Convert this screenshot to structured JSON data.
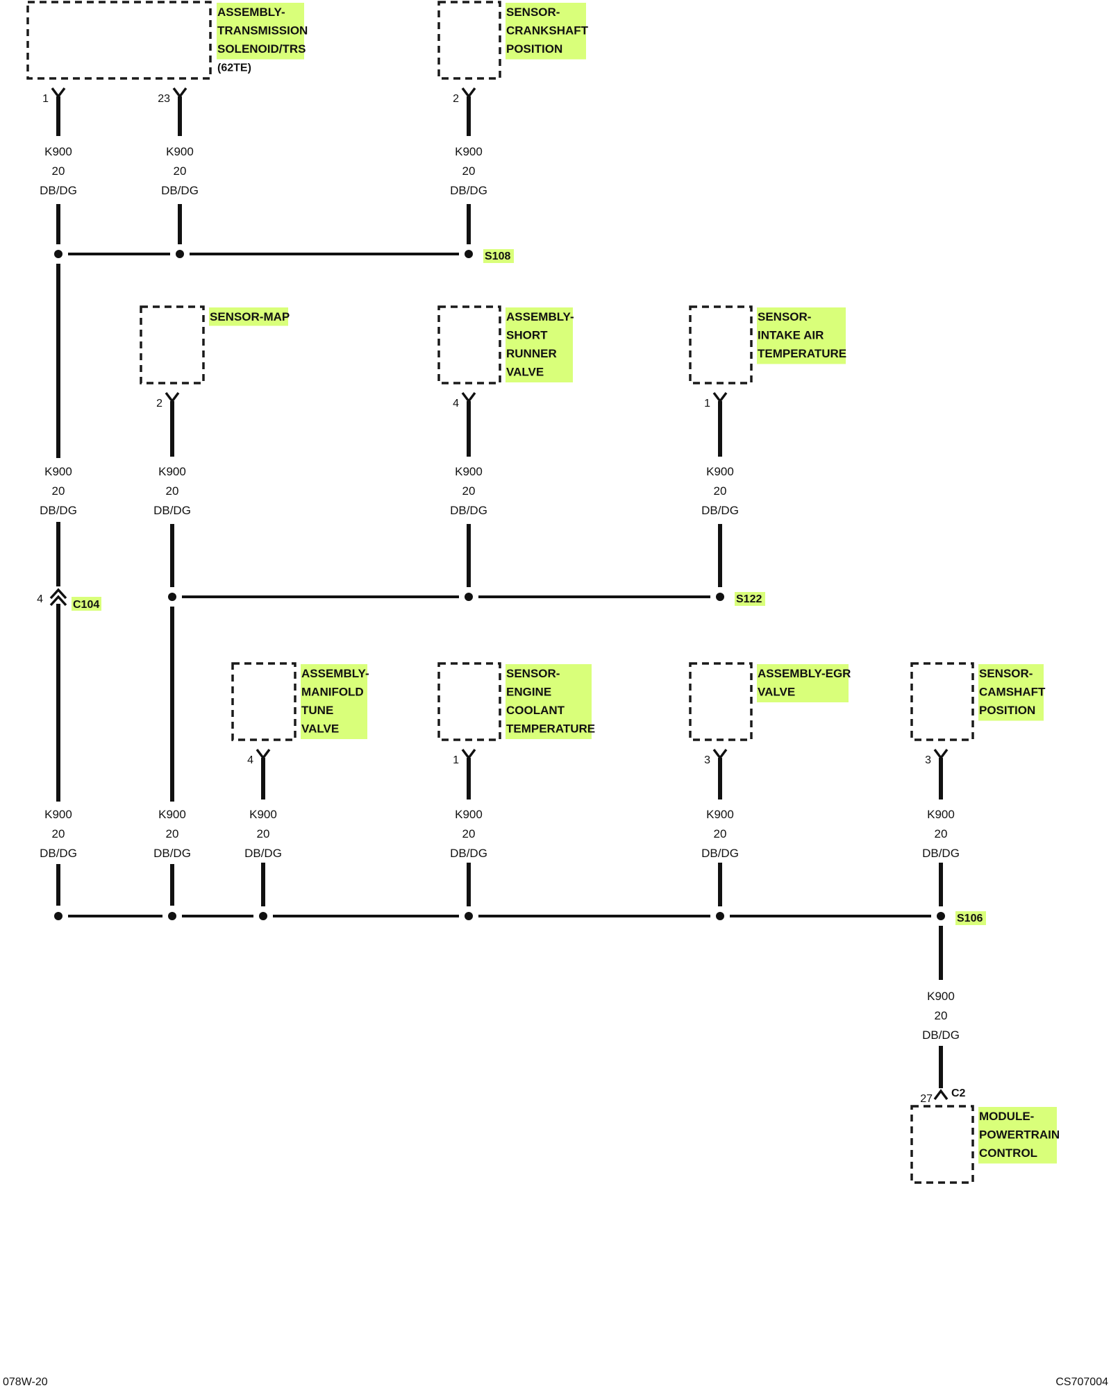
{
  "components": [
    {
      "id": "trs",
      "lines": [
        "ASSEMBLY-",
        "TRANSMISSION",
        "SOLENOID/TRS"
      ],
      "sub": "(62TE)",
      "pins": [
        "1",
        "23"
      ]
    },
    {
      "id": "ckp",
      "lines": [
        "SENSOR-",
        "CRANKSHAFT",
        "POSITION"
      ],
      "pins": [
        "2"
      ]
    },
    {
      "id": "map",
      "lines": [
        "SENSOR-MAP"
      ],
      "pins": [
        "2"
      ]
    },
    {
      "id": "srv",
      "lines": [
        "ASSEMBLY-",
        "SHORT",
        "RUNNER",
        "VALVE"
      ],
      "pins": [
        "4"
      ]
    },
    {
      "id": "iat",
      "lines": [
        "SENSOR-",
        "INTAKE AIR",
        "TEMPERATURE"
      ],
      "pins": [
        "1"
      ]
    },
    {
      "id": "mtv",
      "lines": [
        "ASSEMBLY-",
        "MANIFOLD",
        "TUNE",
        "VALVE"
      ],
      "pins": [
        "4"
      ]
    },
    {
      "id": "ect",
      "lines": [
        "SENSOR-",
        "ENGINE",
        "COOLANT",
        "TEMPERATURE"
      ],
      "pins": [
        "1"
      ]
    },
    {
      "id": "egr",
      "lines": [
        "ASSEMBLY-EGR",
        "VALVE"
      ],
      "pins": [
        "3"
      ]
    },
    {
      "id": "cmp",
      "lines": [
        "SENSOR-",
        "CAMSHAFT",
        "POSITION"
      ],
      "pins": [
        "3"
      ]
    },
    {
      "id": "pcm",
      "lines": [
        "MODULE-",
        "POWERTRAIN",
        "CONTROL"
      ],
      "pins": [
        "27"
      ]
    }
  ],
  "wire": {
    "circuit": "K900",
    "gauge": "20",
    "color": "DB/DG"
  },
  "splices": [
    "S108",
    "S122",
    "S106"
  ],
  "connectors": [
    {
      "name": "C104",
      "pin": "4"
    },
    {
      "name": "C2",
      "pin": "27"
    }
  ],
  "colors": {
    "highlight": "#d9ff7a",
    "line": "#111111"
  },
  "footer": {
    "left": "078W-20",
    "right": "CS707004"
  }
}
